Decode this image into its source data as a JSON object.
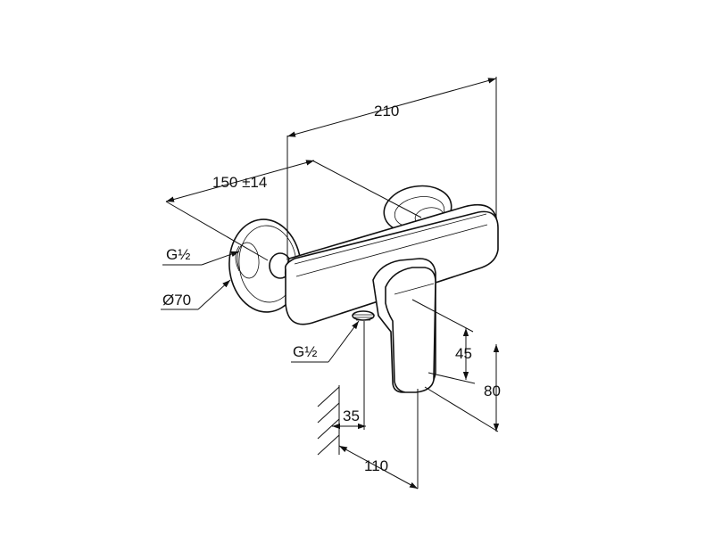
{
  "drawing": {
    "dimensions": {
      "overall_width": "210",
      "centre_distance": "150 ±14",
      "inlet_thread": "G½",
      "rosette_diameter": "Ø70",
      "outlet_thread": "G½",
      "handle_projection": "45",
      "body_height": "80",
      "wall_offset": "35",
      "depth": "110"
    },
    "colors": {
      "line": "#111111",
      "background": "#ffffff"
    }
  }
}
